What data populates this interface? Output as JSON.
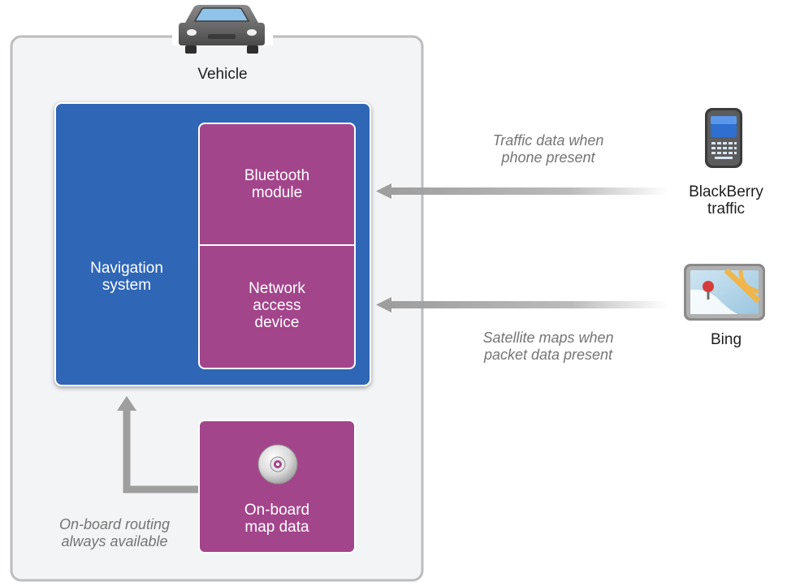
{
  "colors": {
    "vehicle_border": "#bdbdbd",
    "vehicle_fill": "#f3f4f6",
    "nav_blue": "#2f66b6",
    "module_purple": "#a3458b",
    "arrow_gray": "#9e9e9e",
    "note_gray": "#757575"
  },
  "icons": {
    "vehicle": "car-icon",
    "navigation": "map-screen-icon",
    "blackberry": "smartphone-icon",
    "bing": "map-screen-icon",
    "map_data": "disc-icon"
  },
  "vehicle": {
    "label": "Vehicle"
  },
  "navigation": {
    "label": "Navigation\nsystem"
  },
  "modules": {
    "bluetooth": "Bluetooth\nmodule",
    "network": "Network\naccess\ndevice",
    "onboard_map": "On-board\nmap data"
  },
  "sources": {
    "blackberry": "BlackBerry\ntraffic",
    "bing": "Bing"
  },
  "notes": {
    "traffic": "Traffic data when\nphone present",
    "satellite": "Satellite maps when\npacket data present",
    "routing": "On-board routing\nalways available"
  }
}
